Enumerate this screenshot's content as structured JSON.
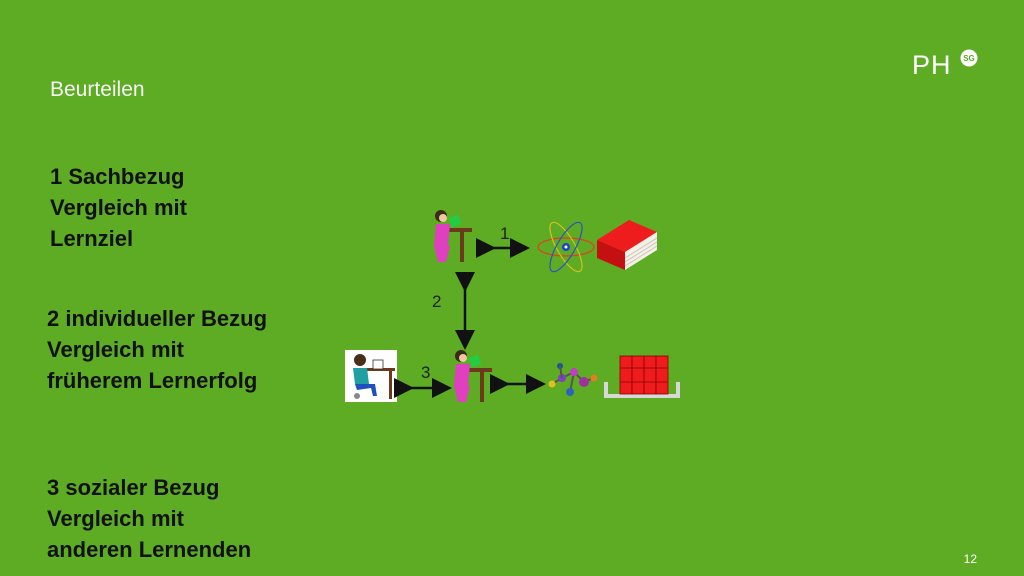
{
  "slide": {
    "title": "Beurteilen",
    "page_number": "12",
    "logo": {
      "text": "PH",
      "badge": "SG"
    }
  },
  "blocks": [
    {
      "heading": "1 Sachbezug",
      "lines": [
        "Vergleich mit",
        "Lernziel"
      ]
    },
    {
      "heading": "2 individueller Bezug",
      "lines": [
        "Vergleich mit",
        "früherem Lernerfolg"
      ]
    },
    {
      "heading": "3 sozialer Bezug",
      "lines": [
        "Vergleich mit",
        "anderen Lernenden"
      ]
    }
  ],
  "diagram": {
    "labels": [
      "1",
      "2",
      "3"
    ],
    "icons": [
      "reading-girl-icon",
      "atom-icon",
      "red-book-icon",
      "reading-boy-icon",
      "molecule-icon",
      "bookshelf-icon"
    ]
  },
  "colors": {
    "background": "#5eab24",
    "title_text": "#f4f4f4"
  }
}
